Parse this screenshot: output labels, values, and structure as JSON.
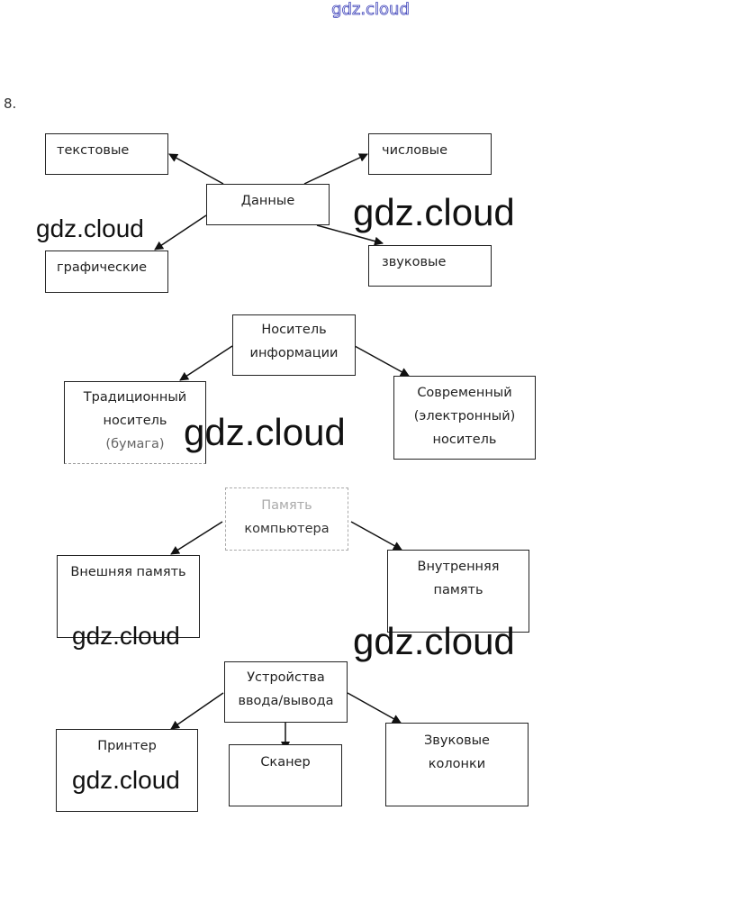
{
  "watermark_top": "gdz.cloud",
  "task_number": "8.",
  "watermark": "gdz.cloud",
  "diagrams": [
    {
      "root": "Данные",
      "children": [
        "текстовые",
        "числовые",
        "графические",
        "звуковые"
      ]
    },
    {
      "root": [
        "Носитель",
        "информации"
      ],
      "children": [
        [
          "Традиционный",
          "носитель",
          "(бумага)"
        ],
        [
          "Современный",
          "(электронный)",
          "носитель"
        ]
      ]
    },
    {
      "root": [
        "Память",
        "компьютера"
      ],
      "children": [
        [
          "Внешняя память"
        ],
        [
          "Внутренняя",
          "память"
        ]
      ]
    },
    {
      "root": [
        "Устройства",
        "ввода/вывода"
      ],
      "children": [
        [
          "Принтер"
        ],
        [
          "Сканер"
        ],
        [
          "Звуковые",
          "колонки"
        ]
      ]
    }
  ]
}
